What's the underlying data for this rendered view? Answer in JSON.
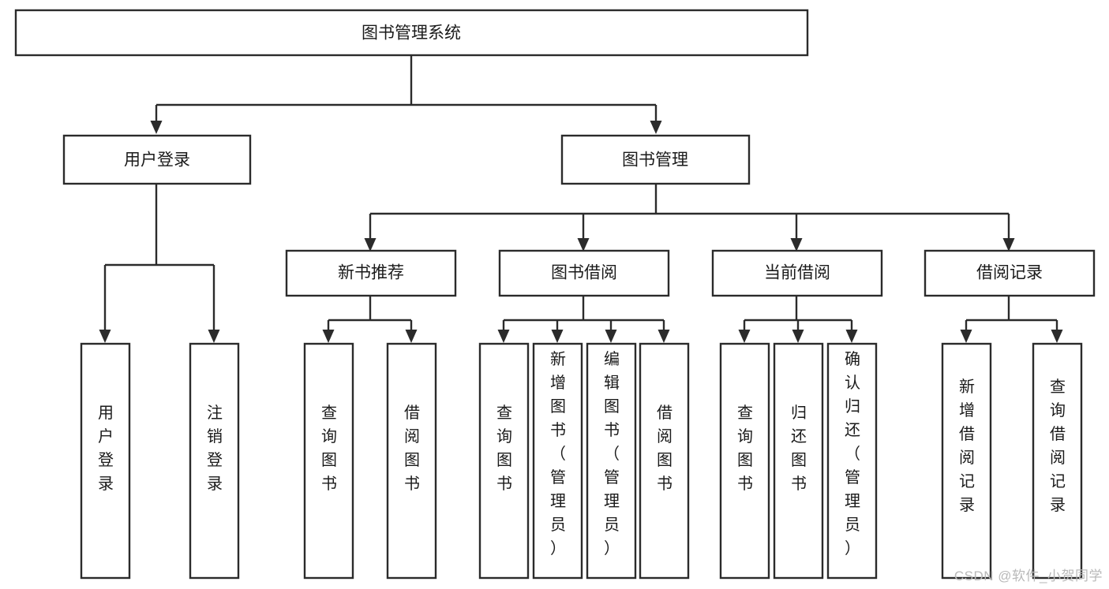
{
  "diagram": {
    "type": "tree-hierarchy",
    "title": "图书管理系统",
    "watermark": "CSDN @软件_小贺同学",
    "colors": {
      "stroke": "#2b2b2b",
      "box_fill": "#ffffff",
      "text": "#1a1a1a",
      "background": "#ffffff",
      "watermark": "#b9b9b9"
    },
    "root": {
      "label": "图书管理系统",
      "orientation": "horizontal"
    },
    "level2": [
      {
        "label": "用户登录",
        "orientation": "horizontal"
      },
      {
        "label": "图书管理",
        "orientation": "horizontal"
      }
    ],
    "level3": [
      {
        "label": "新书推荐",
        "orientation": "horizontal",
        "parent": "图书管理"
      },
      {
        "label": "图书借阅",
        "orientation": "horizontal",
        "parent": "图书管理"
      },
      {
        "label": "当前借阅",
        "orientation": "horizontal",
        "parent": "图书管理"
      },
      {
        "label": "借阅记录",
        "orientation": "horizontal",
        "parent": "图书管理"
      }
    ],
    "leaves": {
      "用户登录": [
        {
          "label": "用户登录",
          "orientation": "vertical"
        },
        {
          "label": "注销登录",
          "orientation": "vertical"
        }
      ],
      "新书推荐": [
        {
          "label": "查询图书",
          "orientation": "vertical"
        },
        {
          "label": "借阅图书",
          "orientation": "vertical"
        }
      ],
      "图书借阅": [
        {
          "label": "查询图书",
          "orientation": "vertical"
        },
        {
          "label": "新增图书（管理员）",
          "orientation": "vertical"
        },
        {
          "label": "编辑图书（管理员）",
          "orientation": "vertical"
        },
        {
          "label": "借阅图书",
          "orientation": "vertical"
        }
      ],
      "当前借阅": [
        {
          "label": "查询图书",
          "orientation": "vertical"
        },
        {
          "label": "归还图书",
          "orientation": "vertical"
        },
        {
          "label": "确认归还（管理员）",
          "orientation": "vertical"
        }
      ],
      "借阅记录": [
        {
          "label": "新增借阅记录",
          "orientation": "vertical"
        },
        {
          "label": "查询借阅记录",
          "orientation": "vertical"
        }
      ]
    }
  }
}
